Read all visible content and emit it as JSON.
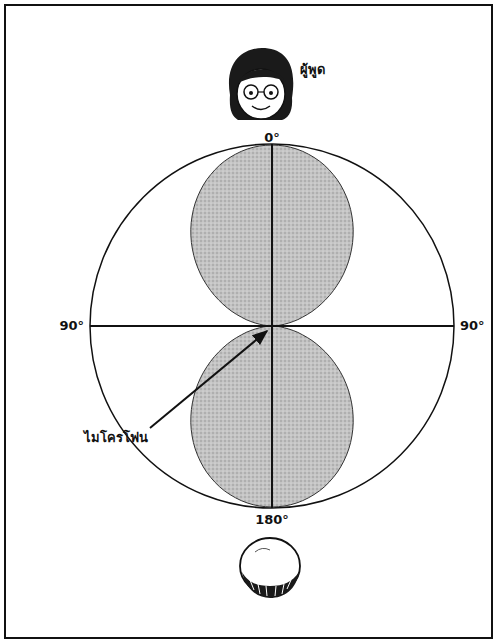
{
  "diagram": {
    "labels": [
      "ผู้พูด",
      "0°",
      "90°",
      "90°",
      "180°",
      "ไมโครโฟน"
    ]
  }
}
